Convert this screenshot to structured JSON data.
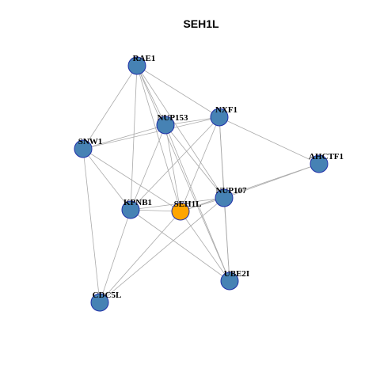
{
  "title": "SEH1L",
  "colors": {
    "node_fill": "#4682B4",
    "node_border": "#1F2FA8",
    "center_fill": "#FFA500",
    "center_border": "#8B5A00",
    "edge": "#AAAAAA"
  },
  "nodes": [
    {
      "id": "RAE1",
      "label": "RAE1",
      "center": false
    },
    {
      "id": "NXF1",
      "label": "NXF1",
      "center": false
    },
    {
      "id": "NUP153",
      "label": "NUP153",
      "center": false
    },
    {
      "id": "SNW1",
      "label": "SNW1",
      "center": false
    },
    {
      "id": "AHCTF1",
      "label": "AHCTF1",
      "center": false
    },
    {
      "id": "NUP107",
      "label": "NUP107",
      "center": false
    },
    {
      "id": "KPNB1",
      "label": "KPNB1",
      "center": false
    },
    {
      "id": "SEH1L",
      "label": "SEH1L",
      "center": true
    },
    {
      "id": "UBE2I",
      "label": "UBE2I",
      "center": false
    },
    {
      "id": "CDC5L",
      "label": "CDC5L",
      "center": false
    }
  ],
  "edges": [
    [
      "RAE1",
      "NUP153"
    ],
    [
      "RAE1",
      "NXF1"
    ],
    [
      "RAE1",
      "SNW1"
    ],
    [
      "RAE1",
      "KPNB1"
    ],
    [
      "RAE1",
      "SEH1L"
    ],
    [
      "RAE1",
      "NUP107"
    ],
    [
      "RAE1",
      "UBE2I"
    ],
    [
      "NUP153",
      "NXF1"
    ],
    [
      "NUP153",
      "SNW1"
    ],
    [
      "NUP153",
      "KPNB1"
    ],
    [
      "NUP153",
      "SEH1L"
    ],
    [
      "NUP153",
      "NUP107"
    ],
    [
      "NUP153",
      "UBE2I"
    ],
    [
      "NXF1",
      "SNW1"
    ],
    [
      "NXF1",
      "AHCTF1"
    ],
    [
      "NXF1",
      "NUP107"
    ],
    [
      "NXF1",
      "KPNB1"
    ],
    [
      "NXF1",
      "SEH1L"
    ],
    [
      "NXF1",
      "UBE2I"
    ],
    [
      "SNW1",
      "KPNB1"
    ],
    [
      "SNW1",
      "SEH1L"
    ],
    [
      "SNW1",
      "CDC5L"
    ],
    [
      "AHCTF1",
      "NUP107"
    ],
    [
      "AHCTF1",
      "SEH1L"
    ],
    [
      "NUP107",
      "KPNB1"
    ],
    [
      "NUP107",
      "SEH1L"
    ],
    [
      "NUP107",
      "UBE2I"
    ],
    [
      "NUP107",
      "CDC5L"
    ],
    [
      "KPNB1",
      "SEH1L"
    ],
    [
      "KPNB1",
      "UBE2I"
    ],
    [
      "KPNB1",
      "CDC5L"
    ],
    [
      "SEH1L",
      "UBE2I"
    ],
    [
      "SEH1L",
      "CDC5L"
    ]
  ]
}
